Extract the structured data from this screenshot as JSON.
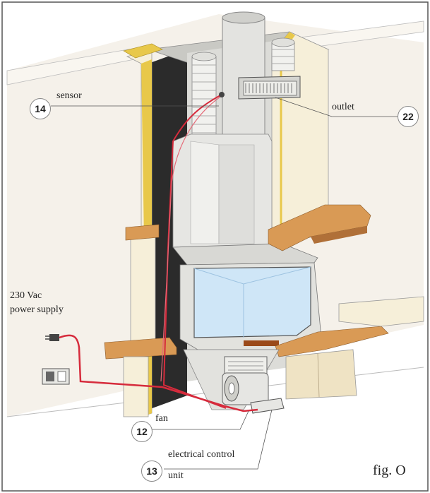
{
  "labels": {
    "sensor": "sensor",
    "outlet": "outlet",
    "power_line1": "230 Vac",
    "power_line2": "power supply",
    "fan": "fan",
    "control_line1": "electrical control",
    "control_line2": "unit"
  },
  "callouts": {
    "sensor": "14",
    "outlet": "22",
    "fan": "12",
    "control": "13"
  },
  "figure_caption": "fig. O",
  "colors": {
    "wall": "#f3ede2",
    "cream_panel": "#f5eed8",
    "yellow_trim": "#e8c84a",
    "wood": "#d99a55",
    "gray_body": "#e6e6e3",
    "glass": "#cfe6f7",
    "dark_shaft": "#2a2a2a",
    "cable": "#d62b3c"
  }
}
